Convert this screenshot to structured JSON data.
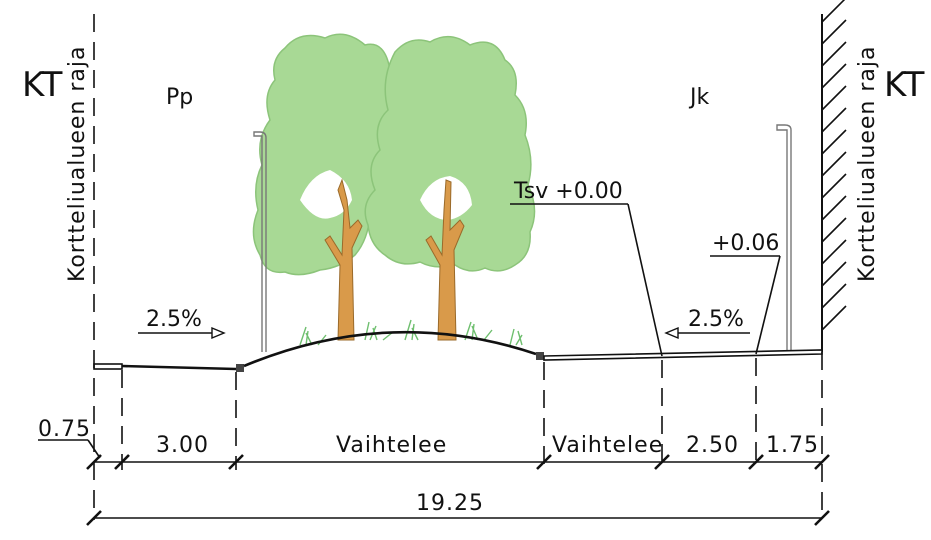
{
  "labels": {
    "kt_left": "KT",
    "kt_right": "KT",
    "raja_left": "Kortteliualueen raja",
    "raja_right": "Kortteliualueen raja",
    "zone_left": "Pp",
    "zone_right": "Jk",
    "tsv": "Tsv +0.00",
    "elevation": "+0.06",
    "slope_left": "2.5%",
    "slope_right": "2.5%"
  },
  "dimensions": {
    "d1": "0.75",
    "d2": "3.00",
    "d3": "Vaihtelee",
    "d4": "Vaihtelee",
    "d5": "2.50",
    "d6": "1.75",
    "total": "19.25"
  },
  "colors": {
    "foliage": "#a8d995",
    "foliage_stroke": "#8cc47a",
    "trunk": "#d99a4a",
    "trunk_stroke": "#9a6a2a",
    "grass": "#6fbf6f",
    "line": "#111111"
  }
}
